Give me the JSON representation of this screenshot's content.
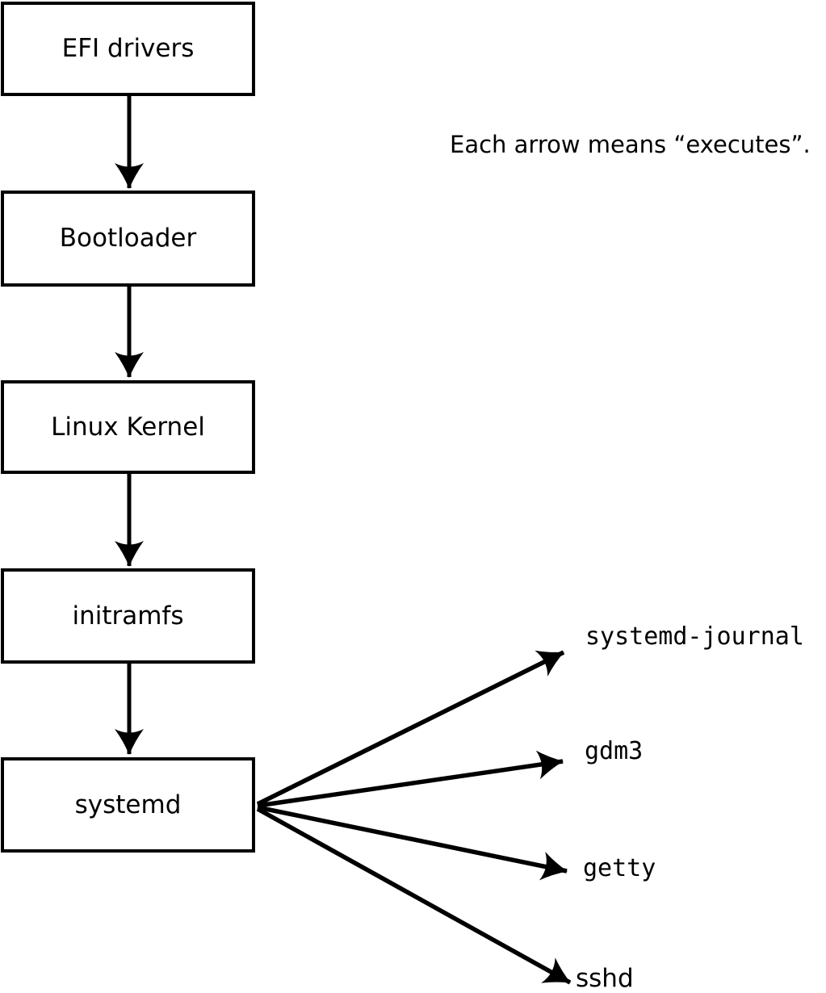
{
  "diagram": {
    "title_note": "Each arrow means “executes”.",
    "arrow_meaning": "executes",
    "colors": {
      "stroke": "#000000",
      "background": "#ffffff",
      "box_fill": "#ffffff",
      "text": "#000000"
    },
    "boxes": [
      {
        "id": "efi-drivers",
        "label": "EFI drivers"
      },
      {
        "id": "bootloader",
        "label": "Bootloader"
      },
      {
        "id": "linux-kernel",
        "label": "Linux Kernel"
      },
      {
        "id": "initramfs",
        "label": "initramfs"
      },
      {
        "id": "systemd",
        "label": "systemd"
      }
    ],
    "processes": [
      {
        "id": "systemd-journal",
        "label": "systemd-journal"
      },
      {
        "id": "gdm3",
        "label": "gdm3"
      },
      {
        "id": "getty",
        "label": "getty"
      },
      {
        "id": "sshd",
        "label": "sshd"
      }
    ],
    "edges": [
      {
        "from": "EFI drivers",
        "to": "Bootloader"
      },
      {
        "from": "Bootloader",
        "to": "Linux Kernel"
      },
      {
        "from": "Linux Kernel",
        "to": "initramfs"
      },
      {
        "from": "initramfs",
        "to": "systemd"
      },
      {
        "from": "systemd",
        "to": "systemd-journal"
      },
      {
        "from": "systemd",
        "to": "gdm3"
      },
      {
        "from": "systemd",
        "to": "getty"
      },
      {
        "from": "systemd",
        "to": "sshd"
      }
    ]
  }
}
